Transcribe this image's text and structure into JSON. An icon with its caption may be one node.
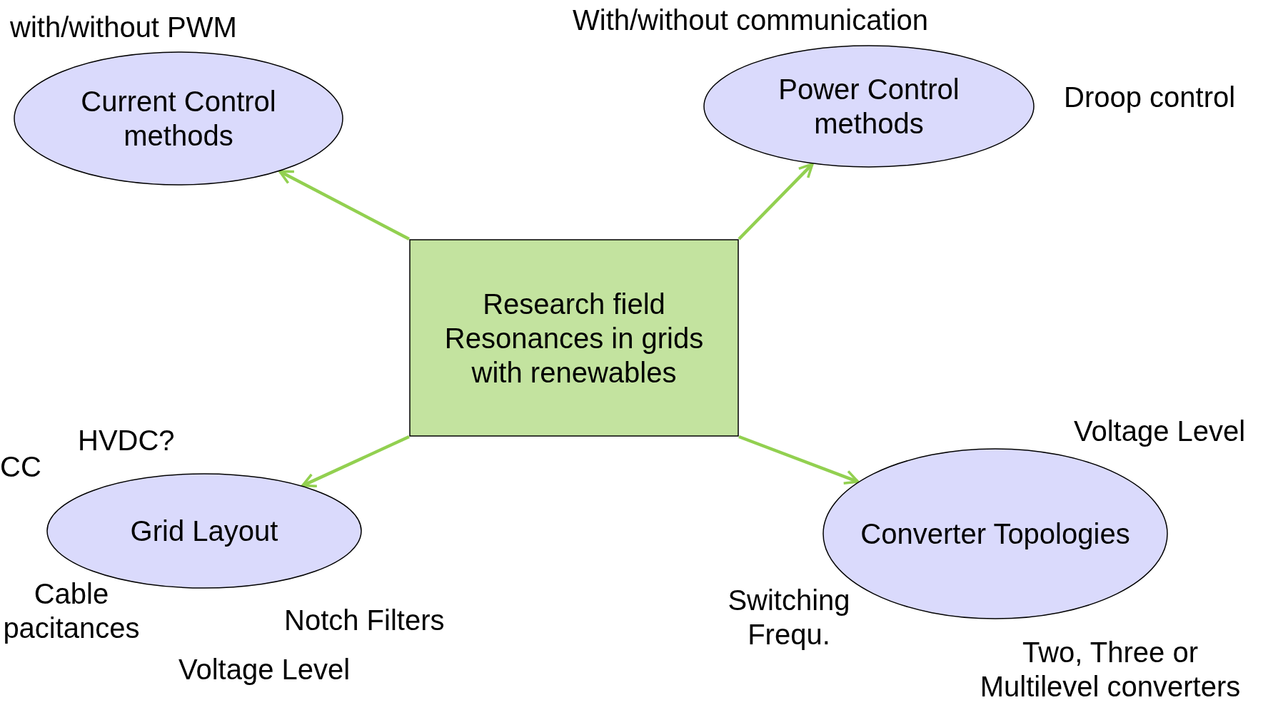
{
  "diagram": {
    "nodes": [
      {
        "text": [
          "Current Control methods"
        ]
      },
      {
        "text": [
          "Power Control methods"
        ]
      },
      {
        "text": [
          "Research field Resonances in grids with renewables"
        ]
      },
      {
        "text": [
          "Grid Layout"
        ]
      },
      {
        "text": [
          "Converter Topologies"
        ]
      }
    ],
    "edges": [
      {
        "from": 2,
        "to": 0,
        "arrow": "to"
      },
      {
        "from": 2,
        "to": 1,
        "arrow": "to"
      },
      {
        "from": 2,
        "to": 3,
        "arrow": "to"
      },
      {
        "from": 2,
        "to": 4,
        "arrow": "to"
      }
    ],
    "labels": [
      "with/without PWM",
      "With/without communication",
      "Droop control",
      "HVDC?",
      "CC",
      "Voltage Level",
      "Cable pacitances",
      "Notch Filters",
      "Voltage Level",
      "Switching Frequ.",
      "Two, Three or Multilevel converters"
    ]
  }
}
